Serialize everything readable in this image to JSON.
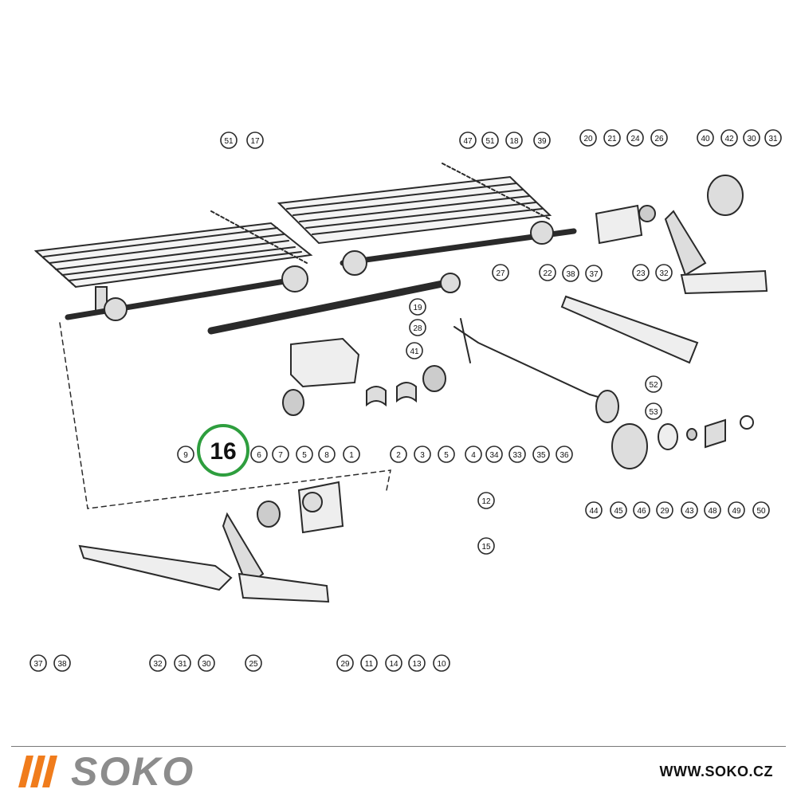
{
  "diagram": {
    "highlight_label": "16",
    "labels": [
      "51",
      "17",
      "47",
      "51",
      "18",
      "39",
      "20",
      "21",
      "24",
      "26",
      "40",
      "42",
      "30",
      "31",
      "22",
      "23",
      "32",
      "38",
      "37",
      "27",
      "19",
      "28",
      "41",
      "52",
      "53",
      "9",
      "16",
      "6",
      "7",
      "5",
      "8",
      "1",
      "2",
      "3",
      "5",
      "4",
      "34",
      "33",
      "35",
      "36",
      "44",
      "45",
      "46",
      "29",
      "43",
      "48",
      "49",
      "50",
      "12",
      "15",
      "37",
      "38",
      "32",
      "31",
      "30",
      "25",
      "29",
      "11",
      "14",
      "13",
      "10"
    ]
  },
  "brand": {
    "name": "SOKO",
    "website": "WWW.SOKO.CZ"
  },
  "colors": {
    "accent": "#f07c1c",
    "highlight_ring": "#2e9e3e",
    "logo_text": "#8c8c8c",
    "ink": "#2a2a2a"
  }
}
